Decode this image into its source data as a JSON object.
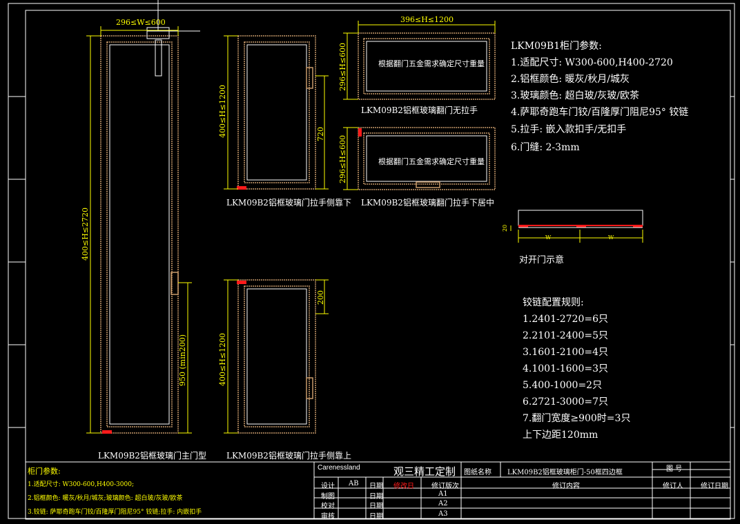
{
  "colors": {
    "background": "#000000",
    "frame": "#ffffff",
    "dimension": "#ffff00",
    "door_frame": "#c89a6a",
    "hinge_marker": "#ff1a1a",
    "glass": "#ffffff"
  },
  "doors": {
    "main": {
      "label": "LKM09B2铝框玻璃门主门型",
      "dim_width": "296≤W≤600",
      "dim_height": "400≤H≤2720",
      "dim_handle": "950 (min200)"
    },
    "side_low": {
      "label": "LKM09B2铝框玻璃门拉手侧靠下",
      "dim_height": "400≤H≤1200",
      "dim_handle": "720"
    },
    "side_high": {
      "label": "LKM09B2铝框玻璃门拉手侧靠上",
      "dim_height": "400≤H≤1200",
      "dim_handle": "200"
    },
    "flip_none": {
      "label": "LKM09B2铝框玻璃翻门无拉手",
      "dim_width": "396≤H≤1200",
      "dim_height": "296≤H≤600",
      "inner_note": "根据翻门五金需求确定尺寸重量"
    },
    "flip_center": {
      "label": "LKM09B2铝框玻璃翻门拉手下居中",
      "dim_height": "296≤H≤600",
      "inner_note": "根据翻门五金需求确定尺寸重量"
    }
  },
  "params": {
    "title": "LKM09B1柜门参数:",
    "items": [
      "1.适配尺寸: W300-600,H400-2720",
      "2.铝框颜色: 暖灰/秋月/城灰",
      "3.玻璃颜色: 超白玻/灰玻/欧茶",
      "4.萨耶奇跑车门铰/百隆厚门阻尼95° 铰链",
      "5.拉手: 嵌入款扣手/无扣手",
      "6.门缝: 2-3mm"
    ]
  },
  "pair_door": {
    "label": "对开门示意",
    "dim_w1": "W",
    "dim_w2": "W",
    "dim_side": "20"
  },
  "hinge_rules": {
    "title": "铰链配置规则:",
    "items": [
      "1.2401-2720=6只",
      "2.2101-2400=5只",
      "3.1601-2100=4只",
      "4.1001-1600=3只",
      "5.400-1000=2只",
      "6.2721-3000=7只",
      "7.翻门宽度≥900时=3只",
      "上下边距120mm"
    ]
  },
  "title_block": {
    "notes_title": "柜门参数:",
    "notes": [
      "1.适配尺寸: W300-600,H400-3000;",
      "2.铝框颜色: 暖灰/秋月/城灰;玻璃颜色: 超白玻/灰玻/欧茶",
      "3.铰链: 萨耶奇跑车门铰/百隆厚门阻尼95° 铰链;拉手: 内嵌扣手"
    ],
    "brand_en": "Carenessland",
    "brand_cn": "观三精工定制",
    "drawing_name_label": "图纸名称",
    "drawing_name": "LKM09B2铝框玻璃柜门-50框四边框",
    "drawing_no_label": "图 号",
    "rev_label": "修订内容",
    "reviser_label": "修订人",
    "rev_date_label": "修订日期",
    "rows": [
      {
        "role": "设计",
        "value": "AB",
        "date_label": "日期",
        "date": "修改日",
        "rev_no": "修订版次"
      },
      {
        "role": "制图",
        "value": "",
        "date_label": "日期",
        "date": "",
        "rev_no": "A1"
      },
      {
        "role": "校对",
        "value": "",
        "date_label": "日期",
        "date": "",
        "rev_no": "A2"
      },
      {
        "role": "审核",
        "value": "",
        "date_label": "日期",
        "date": "",
        "rev_no": "A3"
      }
    ]
  }
}
